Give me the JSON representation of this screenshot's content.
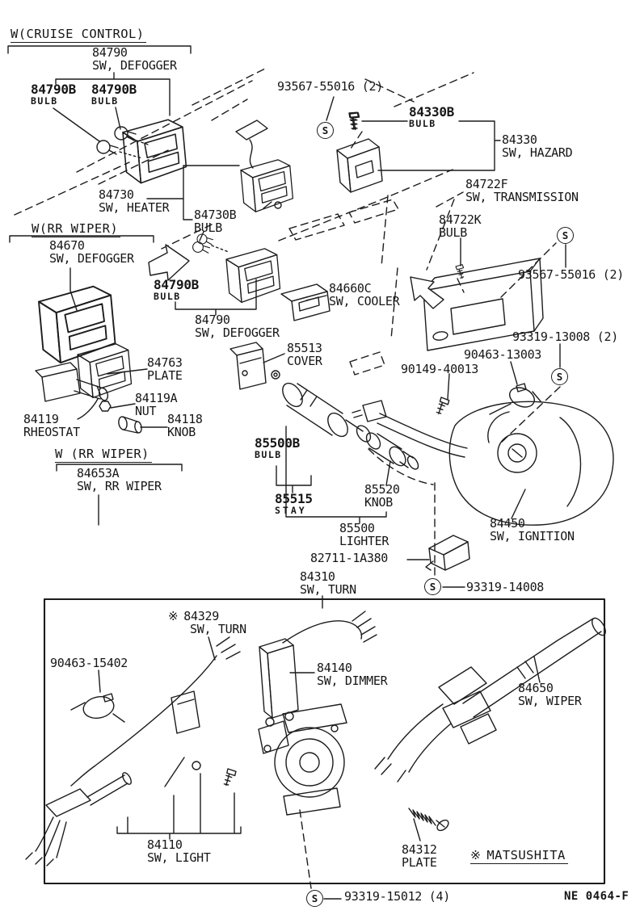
{
  "footer": {
    "code": "NE 0464-F"
  },
  "symbols": {
    "screw": "S",
    "note": "※"
  },
  "headers": {
    "cruise": "W(CRUISE CONTROL)",
    "rr_wiper_1": "W(RR WIPER)",
    "rr_wiper_2": "W (RR WIPER)",
    "matsushita": "MATSUSHITA"
  },
  "labels": [
    {
      "part": "84790",
      "desc": "SW, DEFOGGER"
    },
    {
      "part": "84790B",
      "desc": "BULB"
    },
    {
      "part": "84790B",
      "desc": "BULB"
    },
    {
      "part": "93567-55016 (2)",
      "desc": ""
    },
    {
      "part": "84330B",
      "desc": "BULB"
    },
    {
      "part": "84330",
      "desc": "SW, HAZARD"
    },
    {
      "part": "84722F",
      "desc": "SW, TRANSMISSION"
    },
    {
      "part": "84722K",
      "desc": "BULB"
    },
    {
      "part": "93567-55016 (2)",
      "desc": ""
    },
    {
      "part": "84730",
      "desc": "SW, HEATER"
    },
    {
      "part": "84730B",
      "desc": "BULB"
    },
    {
      "part": "84670",
      "desc": "SW, DEFOGGER"
    },
    {
      "part": "84790B",
      "desc": "BULB"
    },
    {
      "part": "84660C",
      "desc": "SW, COOLER"
    },
    {
      "part": "84790",
      "desc": "SW, DEFOGGER"
    },
    {
      "part": "85513",
      "desc": "COVER"
    },
    {
      "part": "93319-13008 (2)",
      "desc": ""
    },
    {
      "part": "90463-13003",
      "desc": ""
    },
    {
      "part": "90149-40013",
      "desc": ""
    },
    {
      "part": "84763",
      "desc": "PLATE"
    },
    {
      "part": "84119A",
      "desc": "NUT"
    },
    {
      "part": "84119",
      "desc": "RHEOSTAT"
    },
    {
      "part": "84118",
      "desc": "KNOB"
    },
    {
      "part": "84653A",
      "desc": "SW, RR WIPER"
    },
    {
      "part": "85500B",
      "desc": "BULB"
    },
    {
      "part": "85515",
      "desc": "STAY"
    },
    {
      "part": "85520",
      "desc": "KNOB"
    },
    {
      "part": "85500",
      "desc": "LIGHTER"
    },
    {
      "part": "84450",
      "desc": "SW, IGNITION"
    },
    {
      "part": "82711-1A380",
      "desc": ""
    },
    {
      "part": "84310",
      "desc": "SW, TURN"
    },
    {
      "part": "93319-14008",
      "desc": ""
    },
    {
      "part": "84329",
      "desc": "SW, TURN"
    },
    {
      "part": "90463-15402",
      "desc": ""
    },
    {
      "part": "84140",
      "desc": "SW, DIMMER"
    },
    {
      "part": "84650",
      "desc": "SW, WIPER"
    },
    {
      "part": "84110",
      "desc": "SW, LIGHT"
    },
    {
      "part": "84312",
      "desc": "PLATE"
    },
    {
      "part": "93319-15012 (4)",
      "desc": ""
    }
  ]
}
